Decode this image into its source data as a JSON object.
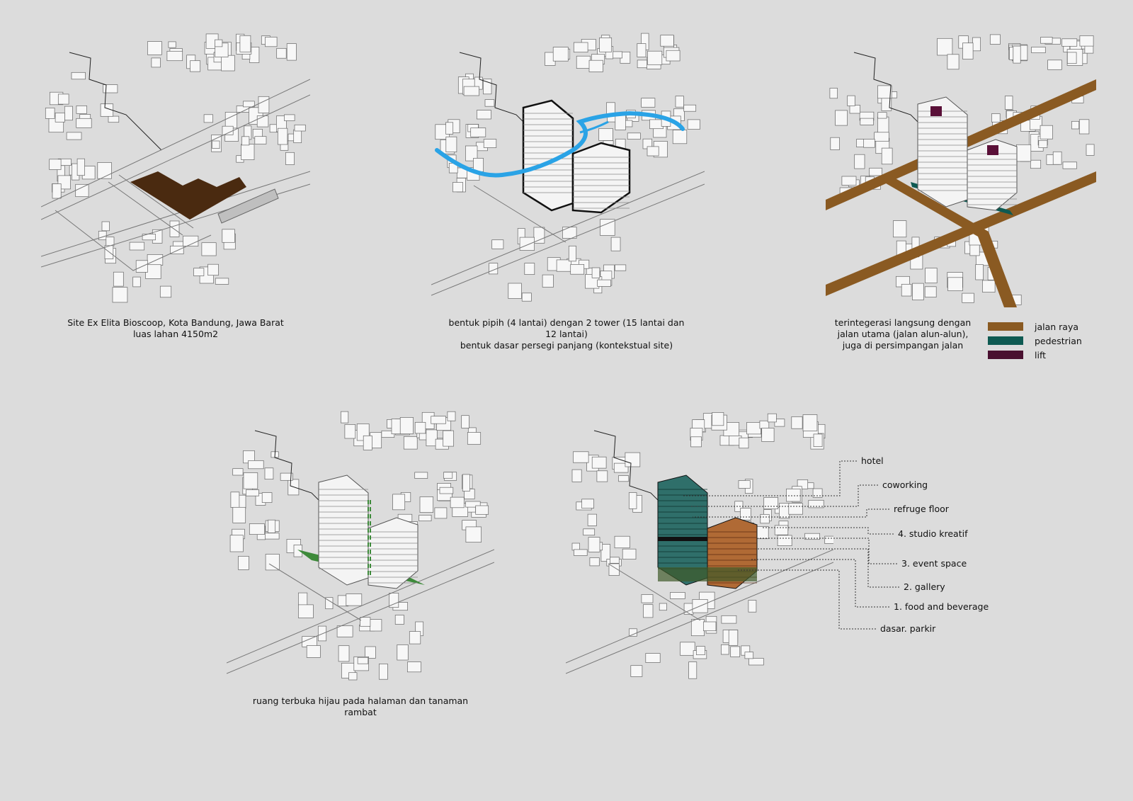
{
  "captions": {
    "site": [
      "Site Ex Elita Bioscoop, Kota Bandung, Jawa Barat",
      "luas lahan 4150m2"
    ],
    "form": [
      "bentuk pipih (4 lantai) dengan 2 tower (15 lantai dan",
      "12 lantai)",
      "bentuk dasar persegi panjang (kontekstual site)"
    ],
    "access": [
      "terintegerasi langsung dengan",
      "jalan utama (jalan alun-alun),",
      "juga di persimpangan jalan"
    ],
    "green": [
      "ruang terbuka hijau pada halaman dan tanaman",
      "rambat"
    ]
  },
  "legend": [
    {
      "label": "jalan raya",
      "color": "#8a5a22"
    },
    {
      "label": "pedestrian",
      "color": "#0e5a52"
    },
    {
      "label": "lift",
      "color": "#4a1030"
    }
  ],
  "program_labels": [
    "hotel",
    "coworking",
    "refruge floor",
    "4. studio kreatif",
    "3. event space",
    "2. gallery",
    "1. food and beverage",
    "dasar. parkir"
  ],
  "colors": {
    "site_fill": "#4a2a10",
    "wind": "#2aa3e6",
    "road": "#8a5a22",
    "pedestrian": "#0e5a52",
    "lift": "#5a1038",
    "green": "#3d8a3a",
    "glass": "#2f6f6a",
    "studio": "#b06a35"
  }
}
